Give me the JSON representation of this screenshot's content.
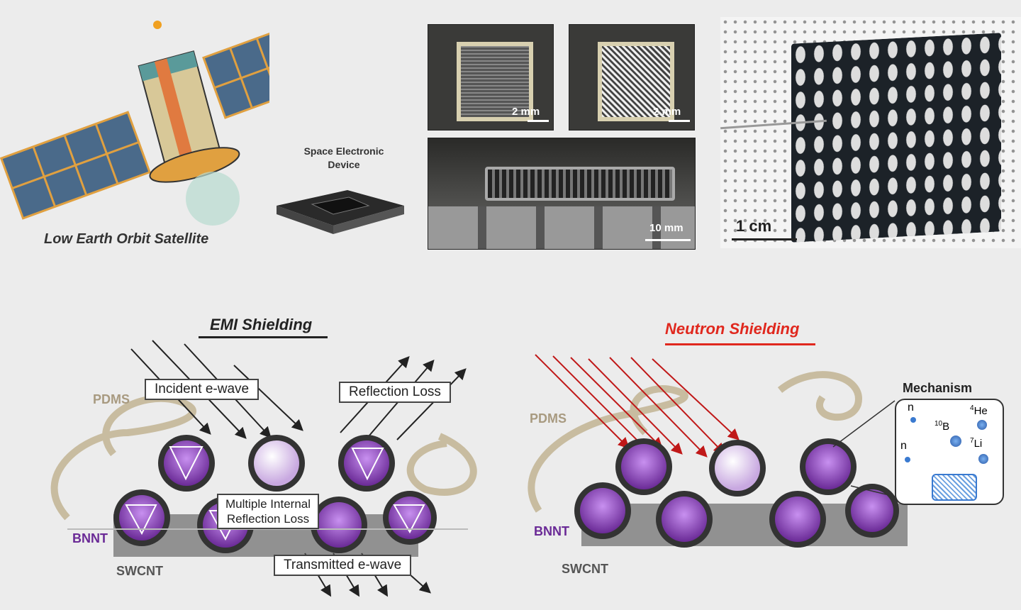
{
  "top": {
    "satellite_label": "Low Earth Orbit Satellite",
    "device_label_line1": "Space Electronic",
    "device_label_line2": "Device",
    "photo_scale_1": "2 mm",
    "photo_scale_2": "2 mm",
    "photo_scale_3": "10 mm",
    "photo_scale_4": "1 cm"
  },
  "emi": {
    "title": "EMI Shielding",
    "incident": "Incident e-wave",
    "reflection": "Reflection Loss",
    "multiple_line1": "Multiple Internal",
    "multiple_line2": "Reflection Loss",
    "transmitted": "Transmitted e-wave",
    "pdms": "PDMS",
    "bnnt": "BNNT",
    "swcnt": "SWCNT"
  },
  "neutron": {
    "title": "Neutron Shielding",
    "mechanism": "Mechanism",
    "n1": "n",
    "n2": "n",
    "b10": "B",
    "b10_sup": "10",
    "he4": "He",
    "he4_sup": "4",
    "li7": "Li",
    "li7_sup": "7",
    "pdms": "PDMS",
    "bnnt": "BNNT",
    "swcnt": "SWCNT"
  },
  "colors": {
    "neutron_title": "#e0281e",
    "bnnt": "#6a2a96",
    "pdms": "#a89a80",
    "tube_purple": "#8a44c8"
  }
}
